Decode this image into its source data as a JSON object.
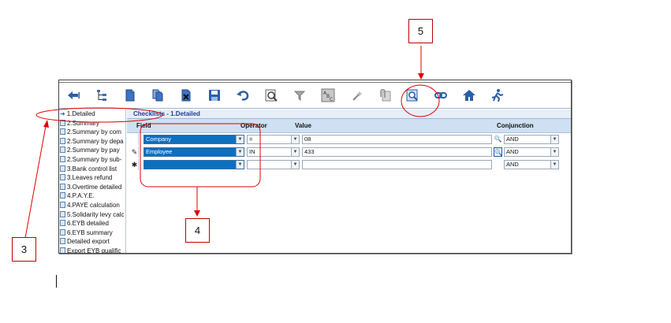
{
  "window": {
    "title": "Checklists - 1.Detailed"
  },
  "toolbar": {
    "buttons": [
      {
        "name": "back-icon"
      },
      {
        "name": "tree-icon"
      },
      {
        "name": "document-icon"
      },
      {
        "name": "copy-document-icon"
      },
      {
        "name": "delete-document-icon"
      },
      {
        "name": "save-icon"
      },
      {
        "name": "undo-icon"
      },
      {
        "name": "preview-icon"
      },
      {
        "name": "filter-icon"
      },
      {
        "name": "abc-report-icon"
      },
      {
        "name": "magic-wand-icon"
      },
      {
        "name": "attachment-icon"
      },
      {
        "name": "search-criteria-icon"
      },
      {
        "name": "link-icon"
      },
      {
        "name": "home-icon"
      },
      {
        "name": "run-icon"
      }
    ]
  },
  "sidebar": {
    "items": [
      {
        "label": "1.Detailed",
        "selected": true
      },
      {
        "label": "2.Summary"
      },
      {
        "label": "2.Summary by com"
      },
      {
        "label": "2.Summary by depa"
      },
      {
        "label": "2.Summary by pay"
      },
      {
        "label": "2.Summary by sub-"
      },
      {
        "label": "3.Bank control list"
      },
      {
        "label": "3.Leaves refund"
      },
      {
        "label": "3.Overtime detailed"
      },
      {
        "label": "4.P.A.Y.E."
      },
      {
        "label": "4.PAYE calculation"
      },
      {
        "label": "5.Solidarity levy calc"
      },
      {
        "label": "6.EYB detailed"
      },
      {
        "label": "6.EYB summary"
      },
      {
        "label": "Detailed export"
      },
      {
        "label": "Export EYB qualific"
      }
    ]
  },
  "grid": {
    "columns": {
      "field": "Field",
      "operator": "Operator",
      "value": "Value",
      "conjunction": "Conjunction"
    },
    "rows": [
      {
        "indicator": "",
        "field": "Company",
        "operator": "=",
        "value": "08",
        "conjunction": "AND"
      },
      {
        "indicator": "✎",
        "field": "Employee",
        "operator": "IN",
        "value": "433",
        "conjunction": "AND"
      },
      {
        "indicator": "✱",
        "field": "",
        "operator": "",
        "value": "",
        "conjunction": "AND"
      }
    ]
  },
  "annotations": {
    "callout_3": "3",
    "callout_4": "4",
    "callout_5": "5",
    "color": "#e00000"
  }
}
